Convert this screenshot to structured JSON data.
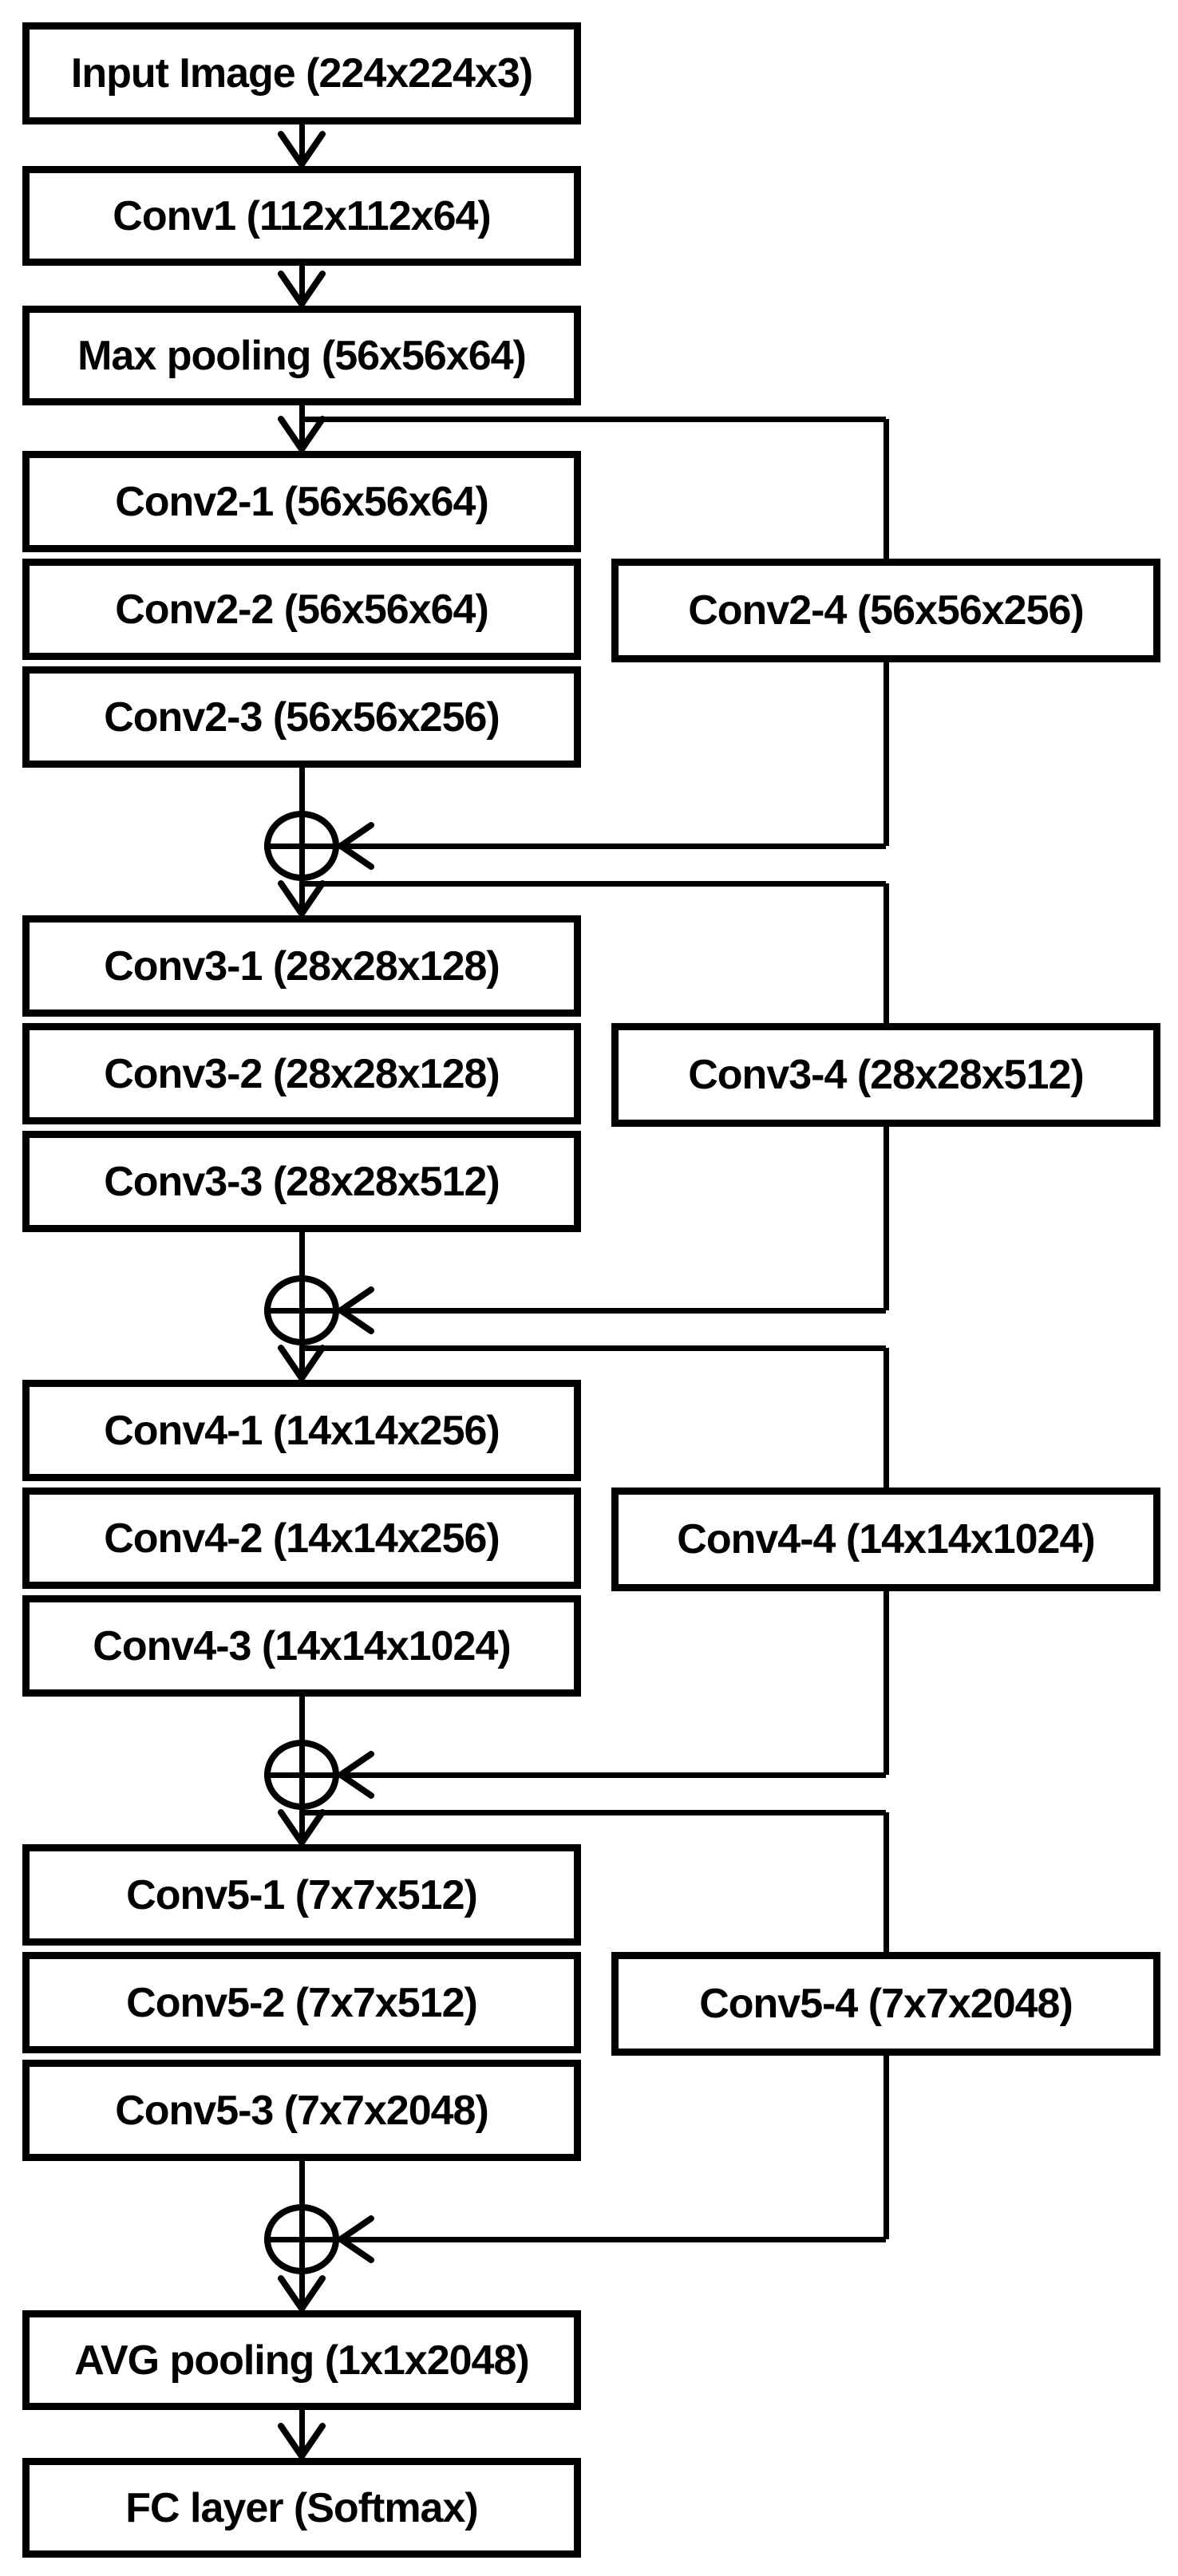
{
  "diagram": {
    "colors": {
      "background": "#ffffff",
      "line": "#000000",
      "box_fill": "#ffffff",
      "text": "#000000"
    },
    "merge_symbol": "⊕",
    "merge_meaning": "element-wise addition of main path and shortcut path",
    "top_chain": [
      {
        "label": "Input Image (224x224x3)"
      },
      {
        "label": "Conv1 (112x112x64)"
      },
      {
        "label": "Max pooling (56x56x64)"
      }
    ],
    "stages": [
      {
        "name": "conv2-block",
        "left": [
          {
            "label": "Conv2-1 (56x56x64)"
          },
          {
            "label": "Conv2-2 (56x56x64)"
          },
          {
            "label": "Conv2-3 (56x56x256)"
          }
        ],
        "right": {
          "label": "Conv2-4 (56x56x256)"
        }
      },
      {
        "name": "conv3-block",
        "left": [
          {
            "label": "Conv3-1 (28x28x128)"
          },
          {
            "label": "Conv3-2 (28x28x128)"
          },
          {
            "label": "Conv3-3 (28x28x512)"
          }
        ],
        "right": {
          "label": "Conv3-4 (28x28x512)"
        }
      },
      {
        "name": "conv4-block",
        "left": [
          {
            "label": "Conv4-1 (14x14x256)"
          },
          {
            "label": "Conv4-2 (14x14x256)"
          },
          {
            "label": "Conv4-3 (14x14x1024)"
          }
        ],
        "right": {
          "label": "Conv4-4 (14x14x1024)"
        }
      },
      {
        "name": "conv5-block",
        "left": [
          {
            "label": "Conv5-1 (7x7x512)"
          },
          {
            "label": "Conv5-2 (7x7x512)"
          },
          {
            "label": "Conv5-3 (7x7x2048)"
          }
        ],
        "right": {
          "label": "Conv5-4 (7x7x2048)"
        }
      }
    ],
    "bottom_chain": [
      {
        "label": "AVG pooling (1x1x2048)"
      },
      {
        "label": "FC layer (Softmax)"
      }
    ]
  }
}
